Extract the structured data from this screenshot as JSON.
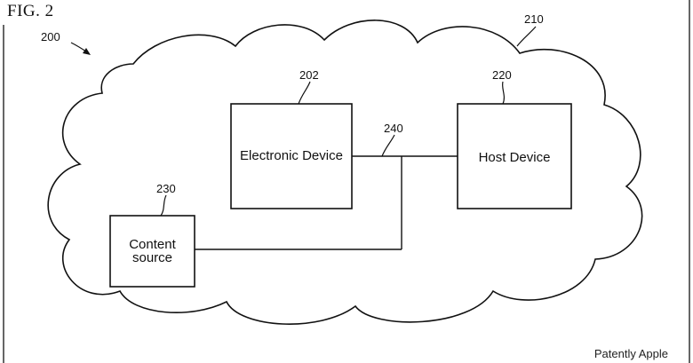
{
  "figure": {
    "title": "FIG. 2",
    "system_ref": "200",
    "cloud_ref": "210",
    "link_ref": "240"
  },
  "nodes": {
    "electronic_device": {
      "label": "Electronic Device",
      "ref": "202"
    },
    "host_device": {
      "label": "Host Device",
      "ref": "220"
    },
    "content_source": {
      "label_line1": "Content",
      "label_line2": "source",
      "ref": "230"
    }
  },
  "watermark": "Patently Apple",
  "colors": {
    "stroke": "#111111",
    "background": "#ffffff"
  }
}
